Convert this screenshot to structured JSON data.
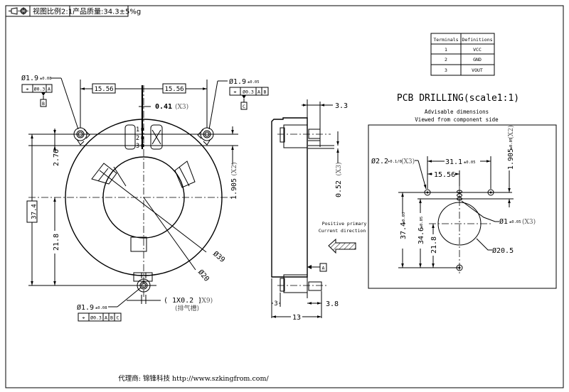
{
  "title_block": {
    "projection_symbol": "first-angle-projection-icon",
    "scale_label": "视图比例2:1",
    "weight_label": "产品质量:34.3±5%g"
  },
  "terminal_table": {
    "headers": [
      "Terminals",
      "Definitions"
    ],
    "rows": [
      {
        "terminal": "1",
        "definition": "VCC"
      },
      {
        "terminal": "2",
        "definition": "GND"
      },
      {
        "terminal": "3",
        "definition": "VOUT"
      }
    ]
  },
  "front_view": {
    "hole_left": {
      "dia": "Ø1.9",
      "tol": "±0.08",
      "fcf": {
        "symbol": "⌖",
        "tol": "Ø0.3",
        "datum1": "A"
      },
      "datum_label": "B"
    },
    "hole_right": {
      "dia": "Ø1.9",
      "tol": "±0.05",
      "fcf": {
        "symbol": "⌖",
        "tol": "Ø0.3",
        "datum1": "A",
        "datum2": "B"
      },
      "datum_label": "C"
    },
    "hole_bottom": {
      "dia": "Ø1.9",
      "tol": "±0.08",
      "fcf": {
        "symbol": "⌖",
        "tol": "Ø0.3",
        "datum1": "A",
        "datum2": "B",
        "datum3": "C"
      }
    },
    "dim_left_1556": "15.56",
    "dim_right_1556": "15.56",
    "dim_pin_width": "0.41",
    "dim_pin_width_qty": "(X3)",
    "dim_276": "2.76",
    "dim_374": "37.4",
    "dim_218": "21.8",
    "dim_1905": "1.905",
    "dim_1905_qty": "(X2)",
    "pin_labels": [
      "1",
      "2",
      "3"
    ],
    "window_mark": "X",
    "dim_d39": "Ø39",
    "dim_d20": "Ø20",
    "groove_dim": "( 1X0.2 )",
    "groove_qty": "(X9)",
    "groove_note": "(排气槽)"
  },
  "side_view": {
    "dim_33": "3.3",
    "dim_052": "0.52",
    "dim_052_qty": "(X3)",
    "current_note_line1": "Positive primary",
    "current_note_line2": "Current direction",
    "datum_a": "A",
    "dim_3": "3",
    "dim_38": "3.8",
    "dim_13": "13"
  },
  "pcb": {
    "title": "PCB DRILLING(scale1:1)",
    "subtitle1": "Advisable dimensions",
    "subtitle2": "Viewed from component side",
    "hole_dia": "Ø2.2",
    "hole_tol": "+0.1/0",
    "hole_qty": "(X3)",
    "dim_311": "31.1",
    "dim_311_tol": "±0.05",
    "dim_1556": "15.56",
    "dim_1905": "1.905",
    "dim_1905_tol": "±0.05",
    "dim_1905_qty": "(X2)",
    "pin_dia": "Ø1",
    "pin_tol": "±0.05",
    "pin_qty": "(X3)",
    "dim_374": "37.4",
    "dim_374_tol": "±0.05",
    "dim_346": "34.6",
    "dim_346_tol": "±0.05",
    "dim_218": "21.8",
    "dim_205": "Ø20.5"
  },
  "footer": {
    "text": "代理商: 锦锋科技 http://www.szkingfrom.com/"
  }
}
